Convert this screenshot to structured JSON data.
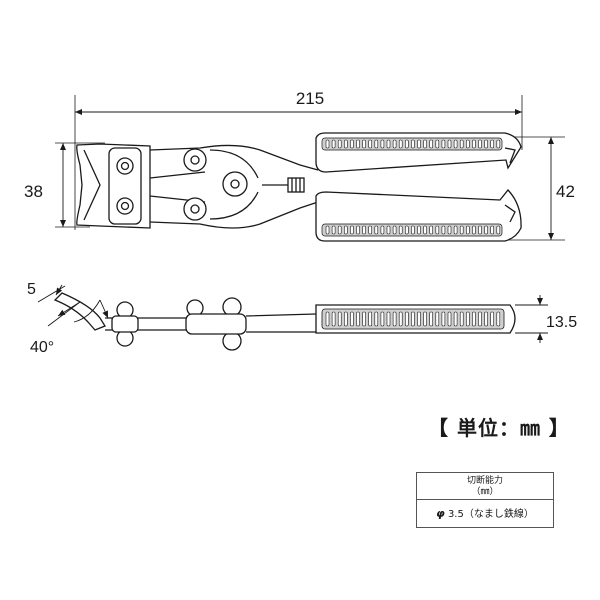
{
  "dimensions": {
    "length": "215",
    "jaw_height": "38",
    "handle_height": "42",
    "thickness": "13.5",
    "tip_width": "5",
    "angle": "40°"
  },
  "unit_note": "【 単位：㎜ 】",
  "spec_table": {
    "header_line1": "切断能力",
    "header_line2": "（㎜）",
    "phi_symbol": "φ",
    "value": "3.5（なまし鉄線）"
  },
  "colors": {
    "line": "#1a1a1a",
    "grip_fill": "#cfcfcf",
    "grip_slot": "#ffffff"
  }
}
